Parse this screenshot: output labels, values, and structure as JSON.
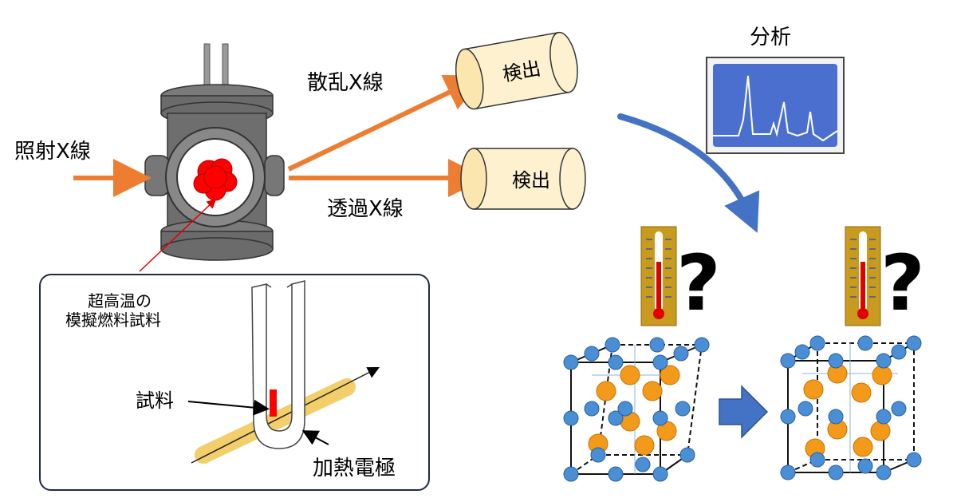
{
  "labels": {
    "incident_xray": "照射X線",
    "scattered_xray": "散乱X線",
    "transmitted_xray": "透過X線",
    "detector_1": "検出",
    "detector_2": "検出",
    "analysis": "分析",
    "sample_line1": "超高温の",
    "sample_line2": "模擬燃料試料",
    "sample": "試料",
    "heating_electrode": "加熱電極",
    "question_1": "?",
    "question_2": "?"
  },
  "colors": {
    "beam_orange": "#ed7d31",
    "detector_fill": "#fdf1d0",
    "chamber_gray": "#6b6b6b",
    "sample_red": "#ff0000",
    "flow_arrow_blue": "#4472c4",
    "screen_blue": "#4a6fcf",
    "thermometer_gold": "#c89a1e",
    "atom_blue": "#4a8fd6",
    "atom_orange": "#f39a1a",
    "electrode_yellow": "#f7d87a"
  },
  "icons": [
    "thermometer-icon",
    "question-mark-icon",
    "right-arrow-icon"
  ]
}
